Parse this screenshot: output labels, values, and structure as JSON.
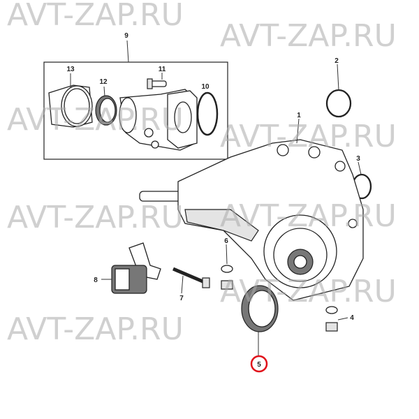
{
  "diagram": {
    "callouts": [
      "1",
      "2",
      "3",
      "4",
      "5",
      "6",
      "7",
      "8",
      "9",
      "10",
      "11",
      "12",
      "13"
    ],
    "highlighted_callout": "5",
    "highlight_color": "#e0101a"
  },
  "watermark": {
    "text": "AVT-ZAP.RU"
  }
}
